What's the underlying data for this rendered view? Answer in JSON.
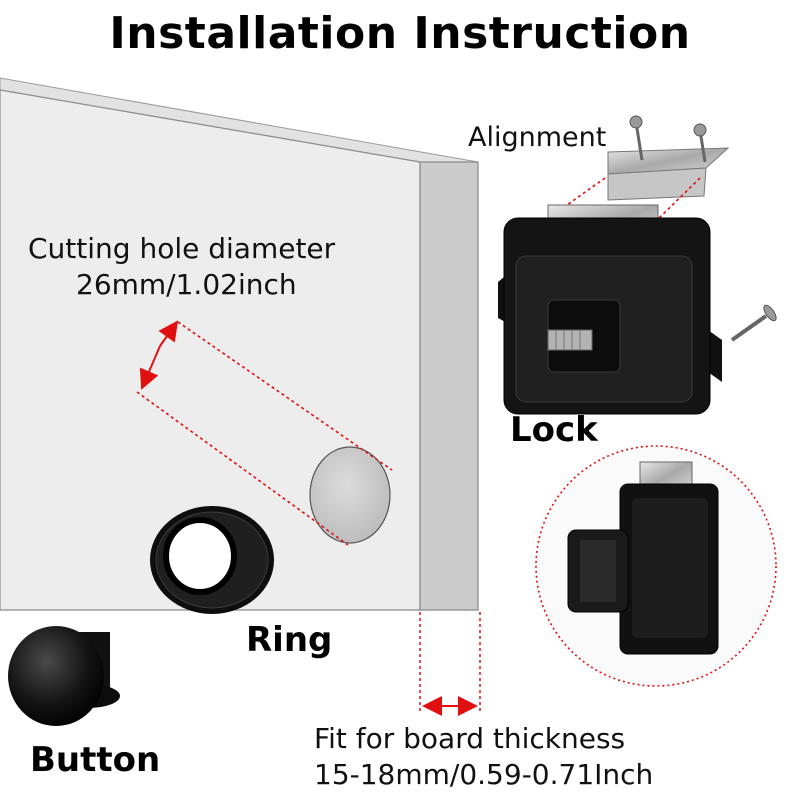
{
  "title": "Installation Instruction",
  "labels": {
    "alignment": "Alignment",
    "hole_line1": "Cutting hole diameter",
    "hole_line2": "26mm/1.02inch",
    "lock": "Lock",
    "ring": "Ring",
    "button": "Button",
    "thickness_line1": "Fit for board thickness",
    "thickness_line2": "15-18mm/0.59-0.71Inch"
  },
  "colors": {
    "dimension_arrow": "#e01010",
    "board_face": "#ececec",
    "board_edge": "#c9c9c9",
    "part_black": "#111111",
    "metal": "#b8b8b8"
  }
}
